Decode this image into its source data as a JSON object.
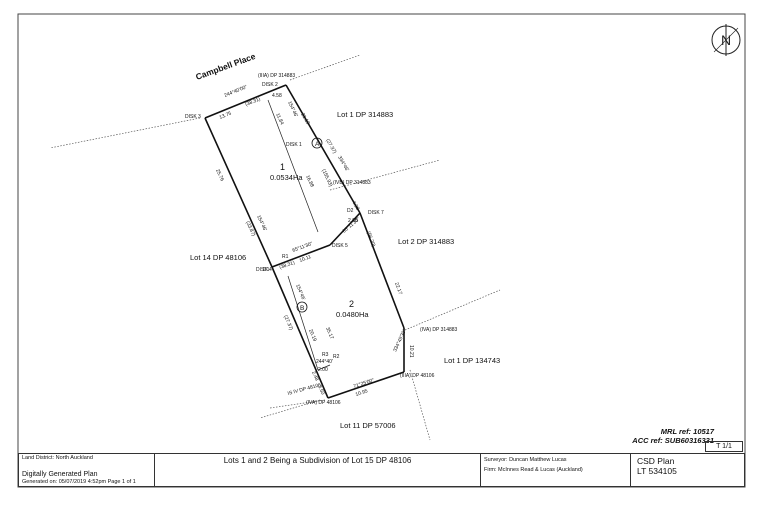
{
  "plan": {
    "road": "Campbell Place",
    "lots": [
      {
        "num": "1",
        "area": "0.0534Ha"
      },
      {
        "num": "2",
        "area": "0.0480Ha"
      }
    ],
    "easements": [
      "A",
      "B"
    ],
    "neighbours": {
      "lot1_dp314883": "Lot 1 DP 314883",
      "lot2_dp314883": "Lot 2 DP 314883",
      "lot14": "Lot 14 DP 48106",
      "lot1_dp134743": "Lot 1 DP 134743",
      "lot11": "Lot 11 DP 57006"
    },
    "marks": {
      "disk1": "DISK 1",
      "disk2": "DISK 2",
      "disk3": "DISK 3",
      "disk4": "DISK 4",
      "disk5": "DISK 5",
      "disk7": "DISK 7",
      "top_peg": "(IIIA) DP 314883",
      "right_peg": "(IVB) DP 314883",
      "right_lower_peg": "(IVA) DP 314883",
      "bottom_right_peg": "(IIIA) DP 48106",
      "bottom_peg": "(IVA) DP 48106",
      "left_bottom_peg": "IS IV DP 48106"
    },
    "dims": {
      "top_bearing": "244°40'00\"",
      "top_dist": "13.75",
      "top_dist2": "(38.31)",
      "left_upper": "25.76",
      "left_mid": "(33.87)",
      "left_bearing": "154°46'",
      "right_top": "4.58",
      "right_upper": "21.10",
      "right_bearing": "334°46'",
      "right_paren": "(27.37)",
      "inner_bearing": "154°46'",
      "inner_upper": "11.84",
      "inner_lower": "16.88",
      "inner_paren": "(155.93)",
      "middle_bearing": "65°11'30\"",
      "middle_dist": "10.11",
      "middle_paren": "(38.31)",
      "disk5_bearing": "65°11'30\"",
      "disk5_dist": "2.65",
      "right_small": "4.38",
      "right_paren2": "(56.20)",
      "right_lower": "22.17",
      "lot2_left_bearing": "154°46'",
      "lot2_left": "20.19",
      "lot2_left_paren": "(27.37)",
      "lot2_left_b": "35.17",
      "lot2_inner_bearing": "244°40'",
      "lot2_inner": "2.00",
      "lower_right_bearing": "334°45'30\"",
      "lower_right": "10.21",
      "bottom_bearing": "71°25'00\"",
      "bottom_dist": "10.95",
      "small_a": "2.48",
      "small_b": "3.50",
      "r1": "R1",
      "r2": "R2",
      "r3": "R3",
      "d1": "D1",
      "d2": "D2"
    }
  },
  "refs": {
    "mrl": "MRL ref: 10517",
    "acc": "ACC ref: SUB60316331",
    "sheet": "T 1/1"
  },
  "title_block": {
    "land_district": "Land District: North Auckland",
    "generated": "Digitally Generated Plan",
    "generated_on": "Generated on: 05/07/2019 4:52pm Page 1 of 1",
    "title": "Lots 1 and 2 Being a Subdivision of Lot 15 DP 48106",
    "surveyor": "Surveyor: Duncan Matthew Lucas",
    "firm": "Firm: McInnes Read & Lucas (Auckland)",
    "plan_type": "CSD Plan",
    "plan_no": "LT 534105"
  }
}
